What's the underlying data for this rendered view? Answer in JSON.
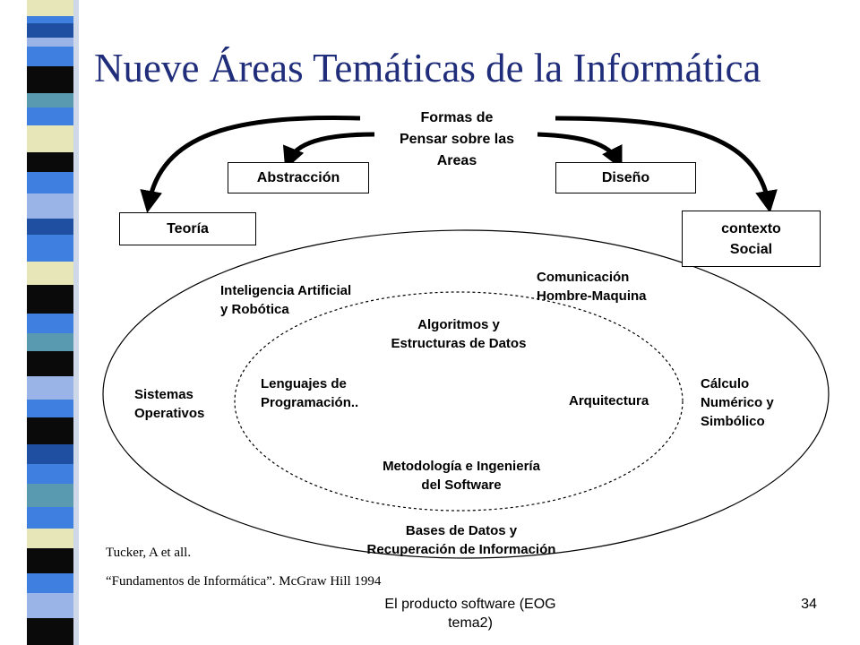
{
  "title": "Nueve Áreas Temáticas de la Informática",
  "center_label": "Formas de\nPensar sobre las\nAreas",
  "boxes": {
    "abstraccion": "Abstracción",
    "diseno": "Diseño",
    "teoria": "Teoría",
    "contexto": "contexto\nSocial"
  },
  "outer_areas": {
    "ia": "Inteligencia Artificial\ny Robótica",
    "comunicacion": "Comunicación\nHombre-Maquina",
    "sistemas": "Sistemas\nOperativos",
    "calculo": "Cálculo\nNumérico y\nSimbólico",
    "bases": "Bases de Datos y\nRecuperación de Información"
  },
  "inner_areas": {
    "algoritmos": "Algoritmos y\nEstructuras de Datos",
    "lenguajes": "Lenguajes de\nProgramación..",
    "arquitectura": "Arquitectura",
    "metodologia": "Metodología e Ingeniería\ndel Software"
  },
  "citation": {
    "line1": "Tucker, A et all.",
    "line2": "“Fundamentos de Informática”. McGraw Hill 1994"
  },
  "footer": {
    "left": "El producto software (EOG\ntema2)",
    "page": "34"
  },
  "colors": {
    "title": "#1f2d7a",
    "strip": [
      "#1f4fa0",
      "#3f7fe0",
      "#e6e6b8",
      "#0a0a0a",
      "#5a9ab0",
      "#9ab4e8"
    ]
  }
}
